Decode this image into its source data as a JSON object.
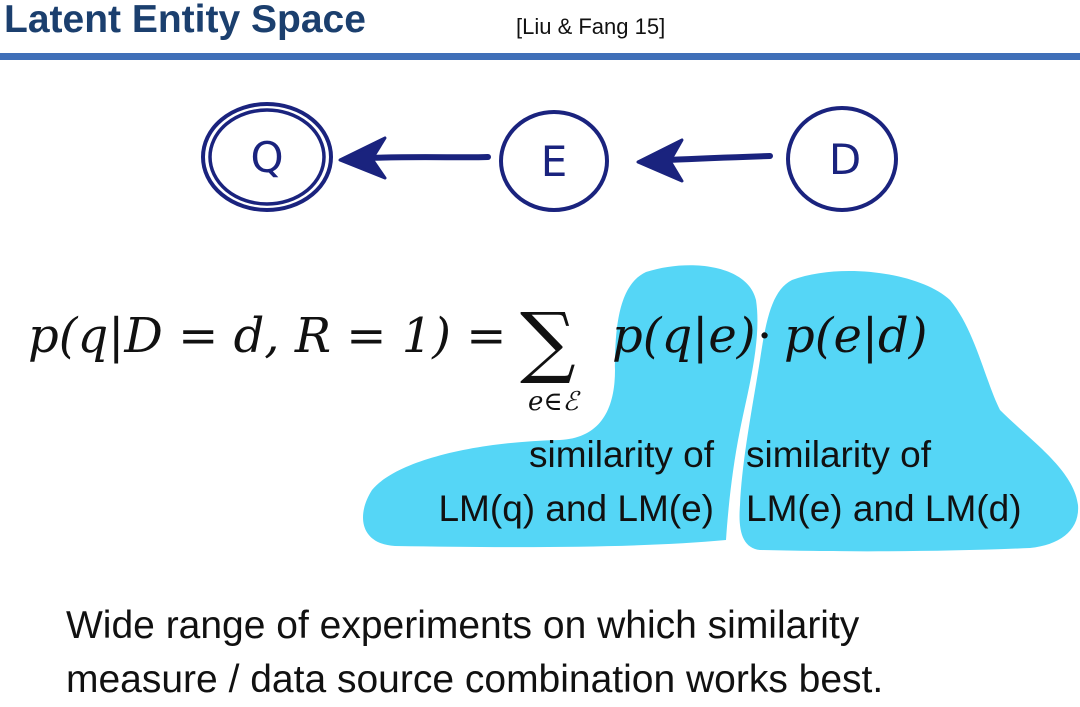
{
  "header": {
    "title": "Latent Entity Space",
    "citation": "[Liu & Fang 15]"
  },
  "diagram": {
    "nodes": [
      {
        "id": "Q",
        "label": "Q"
      },
      {
        "id": "E",
        "label": "E"
      },
      {
        "id": "D",
        "label": "D"
      }
    ],
    "edges": [
      {
        "from": "D",
        "to": "E"
      },
      {
        "from": "E",
        "to": "Q"
      }
    ],
    "colors": {
      "ink": "#1a237e",
      "highlight": "#55d6f6",
      "title": "#1b3f6e",
      "rule": "#3f6fb8"
    }
  },
  "formula": {
    "lhs": "p(q|D = d, R = 1) =",
    "sum_symbol": "∑",
    "sum_subscript": "e∈ℰ",
    "term1": "p(q|e)",
    "dot": "·",
    "term2": "p(e|d)"
  },
  "annotations": {
    "term1_line1": "similarity of",
    "term1_line2": "LM(q) and LM(e)",
    "term2_line1": "similarity of",
    "term2_line2": "LM(e) and LM(d)"
  },
  "body_text": {
    "line1": "Wide range of experiments on which similarity",
    "line2": "measure / data source combination works best."
  }
}
